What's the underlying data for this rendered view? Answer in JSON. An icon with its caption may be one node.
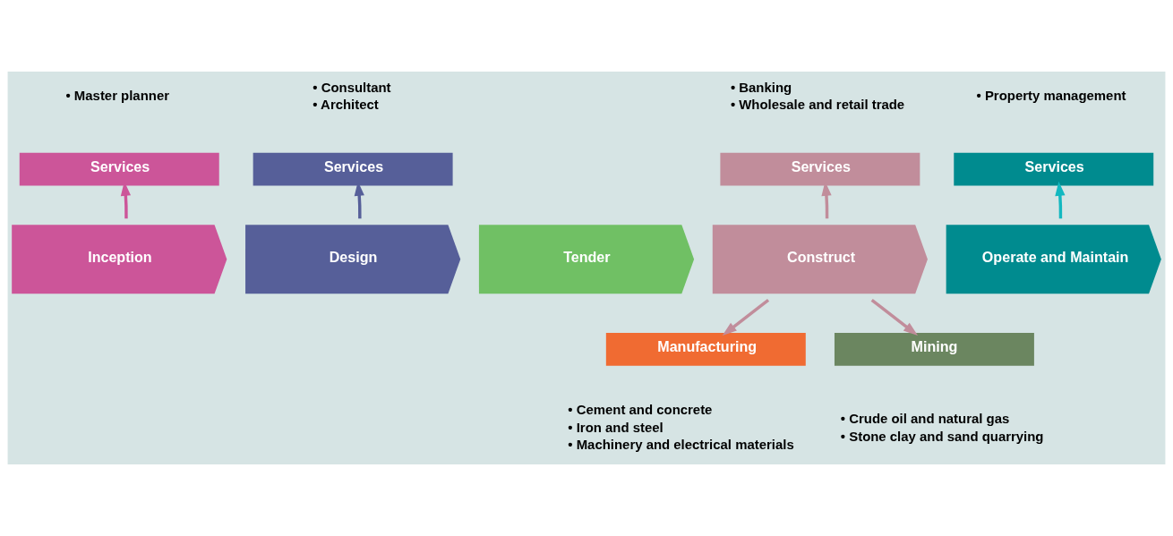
{
  "diagram": {
    "nodes": [
      {
        "text": [
          "Inception"
        ]
      },
      {
        "text": [
          "Design"
        ]
      },
      {
        "text": [
          "Tender"
        ]
      },
      {
        "text": [
          "Construct"
        ]
      },
      {
        "text": [
          "Operate and Maintain"
        ]
      },
      {
        "text": [
          "Services"
        ],
        "beside": [
          "• Master planner"
        ]
      },
      {
        "text": [
          "Services"
        ],
        "beside": [
          "• Consultant",
          "• Architect"
        ]
      },
      {
        "text": [
          "Services"
        ],
        "beside": [
          "• Banking",
          "• Wholesale and retail trade"
        ]
      },
      {
        "text": [
          "Services"
        ],
        "beside": [
          "• Property management"
        ]
      },
      {
        "text": [
          "Manufacturing"
        ],
        "beside": [
          "• Cement and concrete",
          "• Iron and steel",
          "• Machinery and electrical materials"
        ]
      },
      {
        "text": [
          "Mining"
        ],
        "beside": [
          "• Crude oil and natural gas",
          "• Stone clay and sand quarrying"
        ]
      }
    ],
    "edges": [
      {
        "from": 0,
        "to": 5,
        "arrow": "to",
        "color": "#cc5599"
      },
      {
        "from": 1,
        "to": 6,
        "arrow": "to",
        "color": "#565f99"
      },
      {
        "from": 3,
        "to": 7,
        "arrow": "to",
        "color": "#c18d9b"
      },
      {
        "from": 4,
        "to": 8,
        "arrow": "to",
        "color": "#13b8c0"
      },
      {
        "from": 3,
        "to": 9,
        "arrow": "to",
        "color": "#c18d9b"
      },
      {
        "from": 3,
        "to": 10,
        "arrow": "to",
        "color": "#c18d9b"
      }
    ]
  }
}
